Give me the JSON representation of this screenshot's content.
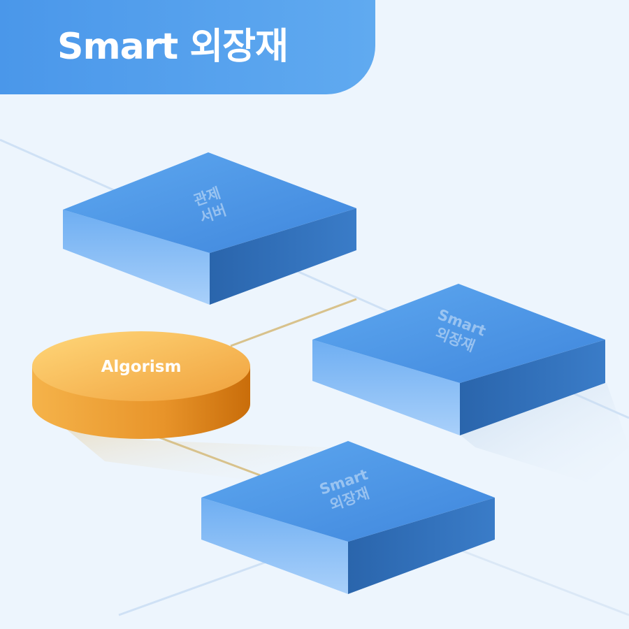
{
  "header": {
    "title": "Smart 외장재"
  },
  "diagram": {
    "nodes": {
      "control_server": {
        "line1": "관제",
        "line2": "서버"
      },
      "smart_exterior_right": {
        "line1": "Smart",
        "line2": "외장재"
      },
      "smart_exterior_bottom": {
        "line1": "Smart",
        "line2": "외장재"
      },
      "algorithm": {
        "label": "Algorism"
      }
    }
  },
  "colors": {
    "background": "#edf5fd",
    "banner": "#4a97ea",
    "block_top": "#4f9ae8",
    "block_left": "#79b7f4",
    "block_right": "#2f6fb8",
    "cylinder_top": "#f6ba55",
    "cylinder_side": "#e08a1c",
    "connector": "#d8c28c"
  }
}
